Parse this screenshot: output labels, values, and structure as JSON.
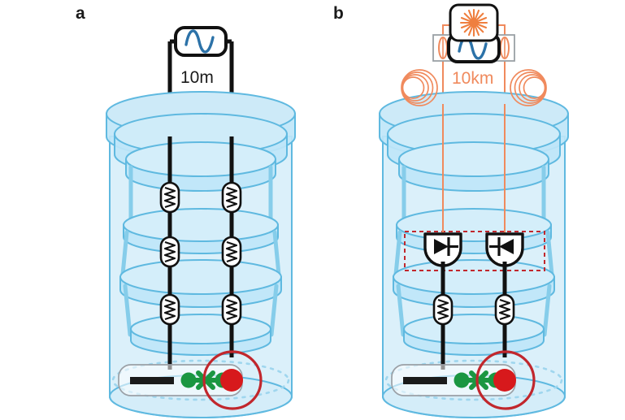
{
  "figure": {
    "type": "diagram",
    "description": "Two-panel schematic comparing coaxial-cable microwave control (a) and optical-fiber photonic-link control (b) of a superconducting qubit in a dilution refrigerator",
    "background_color": "#ffffff"
  },
  "colors": {
    "cryostat_fill": "#cdeaf8",
    "cryostat_fill_light": "#dff2fb",
    "cryostat_stroke": "#5fb9e0",
    "plate_fill": "#b9e2f5",
    "cable_black": "#111111",
    "fiber_orange": "#f08a5d",
    "laser_orange": "#ef7f3f",
    "sine_blue": "#2c72a8",
    "qubit_green": "#1a9641",
    "resonator_red": "#d7191c",
    "chip_gray": "#9aa0a6",
    "dashed_red": "#c1272d",
    "label_black": "#1a1a1a"
  },
  "panels": [
    {
      "id": "a",
      "label": "a",
      "cable_label": "10m",
      "cable_label_color": "#1a1a1a",
      "link_type": "coaxial-cable",
      "source": {
        "name": "signal-generator",
        "icon": "sine-wave-icon",
        "border_color": "#111111",
        "wave_color": "#2c72a8"
      },
      "attenuator_rows": 3,
      "attenuators_per_row": 2,
      "attenuator_icon": "attenuator-resistor-icon",
      "detectors": 0
    },
    {
      "id": "b",
      "label": "b",
      "cable_label": "10km",
      "cable_label_color": "#f08a5d",
      "link_type": "optical-fiber",
      "source": {
        "name": "signal-generator",
        "icon": "sine-wave-icon",
        "border_color": "#111111",
        "wave_color": "#2c72a8"
      },
      "laser": {
        "name": "laser-source",
        "icon": "laser-starburst-icon",
        "color": "#ef7f3f"
      },
      "modulators": [
        {
          "name": "electro-optic-modulator-left",
          "icon": "modulator-lens-icon"
        },
        {
          "name": "electro-optic-modulator-right",
          "icon": "modulator-lens-icon"
        }
      ],
      "fiber_spools": [
        {
          "name": "fiber-spool-left",
          "icon": "fiber-coil-icon",
          "turns": 4
        },
        {
          "name": "fiber-spool-right",
          "icon": "fiber-coil-icon",
          "turns": 4
        }
      ],
      "photodiodes": [
        {
          "name": "photodiode-left",
          "icon": "photodiode-icon",
          "direction": "right"
        },
        {
          "name": "photodiode-right",
          "icon": "photodiode-icon",
          "direction": "left"
        }
      ],
      "attenuator_rows": 1,
      "attenuators_per_row": 2,
      "attenuator_icon": "attenuator-resistor-icon",
      "detectors": 2,
      "dashed_region": {
        "name": "photonic-link-stage",
        "stroke": "#c1272d",
        "style": "dashed"
      }
    }
  ],
  "cryostat": {
    "name": "dilution-refrigerator",
    "plates": 4,
    "stages": [
      "top-flange",
      "upper-plate",
      "mid-plate",
      "lower-plate",
      "mixing-chamber"
    ],
    "sample_stage": {
      "name": "qubit-chip",
      "elements": [
        {
          "name": "readout-feedline",
          "shape": "black-bar",
          "color": "#111111"
        },
        {
          "name": "josephson-junction",
          "shape": "green-cross-with-pads",
          "color": "#1a9641"
        },
        {
          "name": "readout-resonator",
          "shape": "red-dot-in-circle",
          "color": "#d7191c"
        }
      ]
    }
  }
}
